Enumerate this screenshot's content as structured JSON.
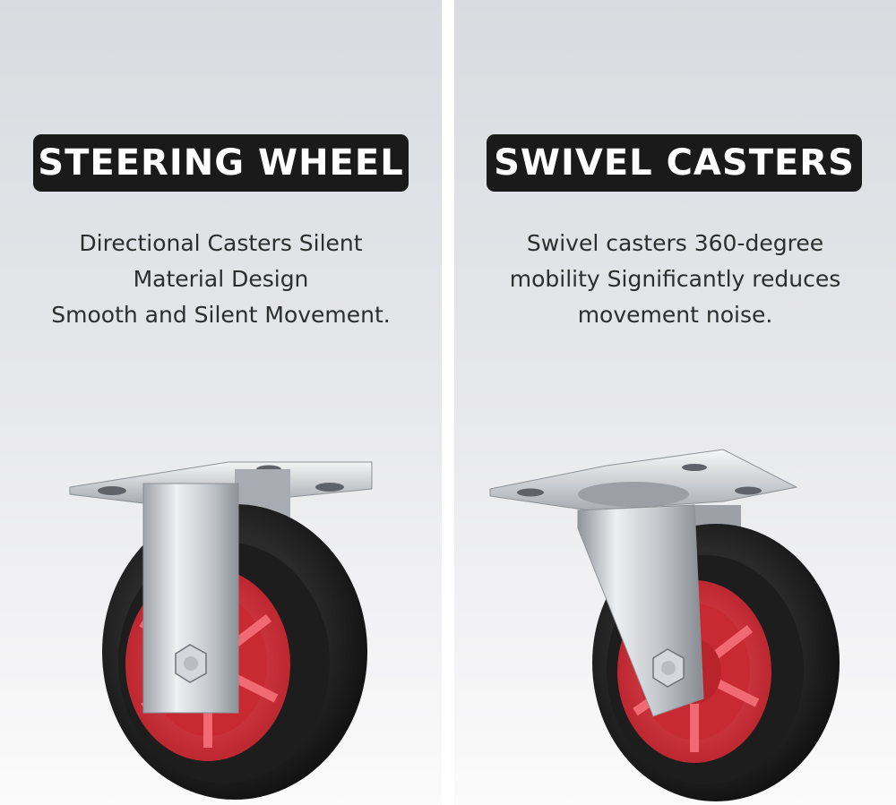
{
  "left_panel": {
    "title": "STEERING WHEEL",
    "description": [
      "Directional Casters Silent",
      "Material Design",
      "Smooth and Silent Movement."
    ]
  },
  "right_panel": {
    "title": "SWIVEL CASTERS",
    "description": [
      "Swivel casters 360-degree",
      "mobility Significantly reduces",
      "movement noise."
    ]
  },
  "colors": {
    "badge_background": "#1a1a1a",
    "badge_text": "#ffffff",
    "wheel_rubber": "#1c1c1c",
    "wheel_hub": "#d2303a",
    "bracket_metal": "#c9ccd1"
  },
  "icons": {
    "left_image": "fixed-caster-wheel-icon",
    "right_image": "swivel-caster-wheel-icon"
  }
}
